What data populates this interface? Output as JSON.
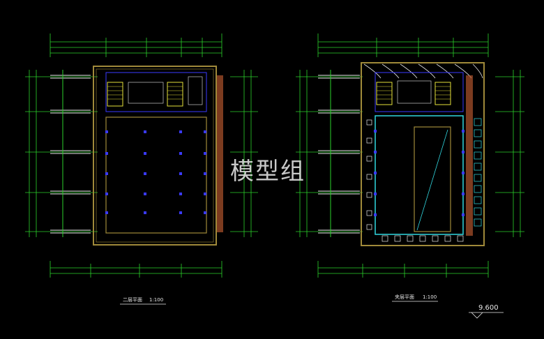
{
  "watermark": "模型组",
  "plans": [
    {
      "title": "二层平面",
      "scale": "1:100"
    },
    {
      "title": "夹层平面",
      "scale": "1:100"
    }
  ],
  "elevation_mark": "9.600",
  "colors": {
    "background": "#000000",
    "dimension_green": "#2bd22b",
    "wall_olive": "#a08a3a",
    "column_blue": "#3a3aff",
    "cyan_line": "#31d7e0",
    "stair_yellow": "#e6e23a",
    "hatch_orange": "#b0542c",
    "text_white": "#e8e8e8"
  }
}
